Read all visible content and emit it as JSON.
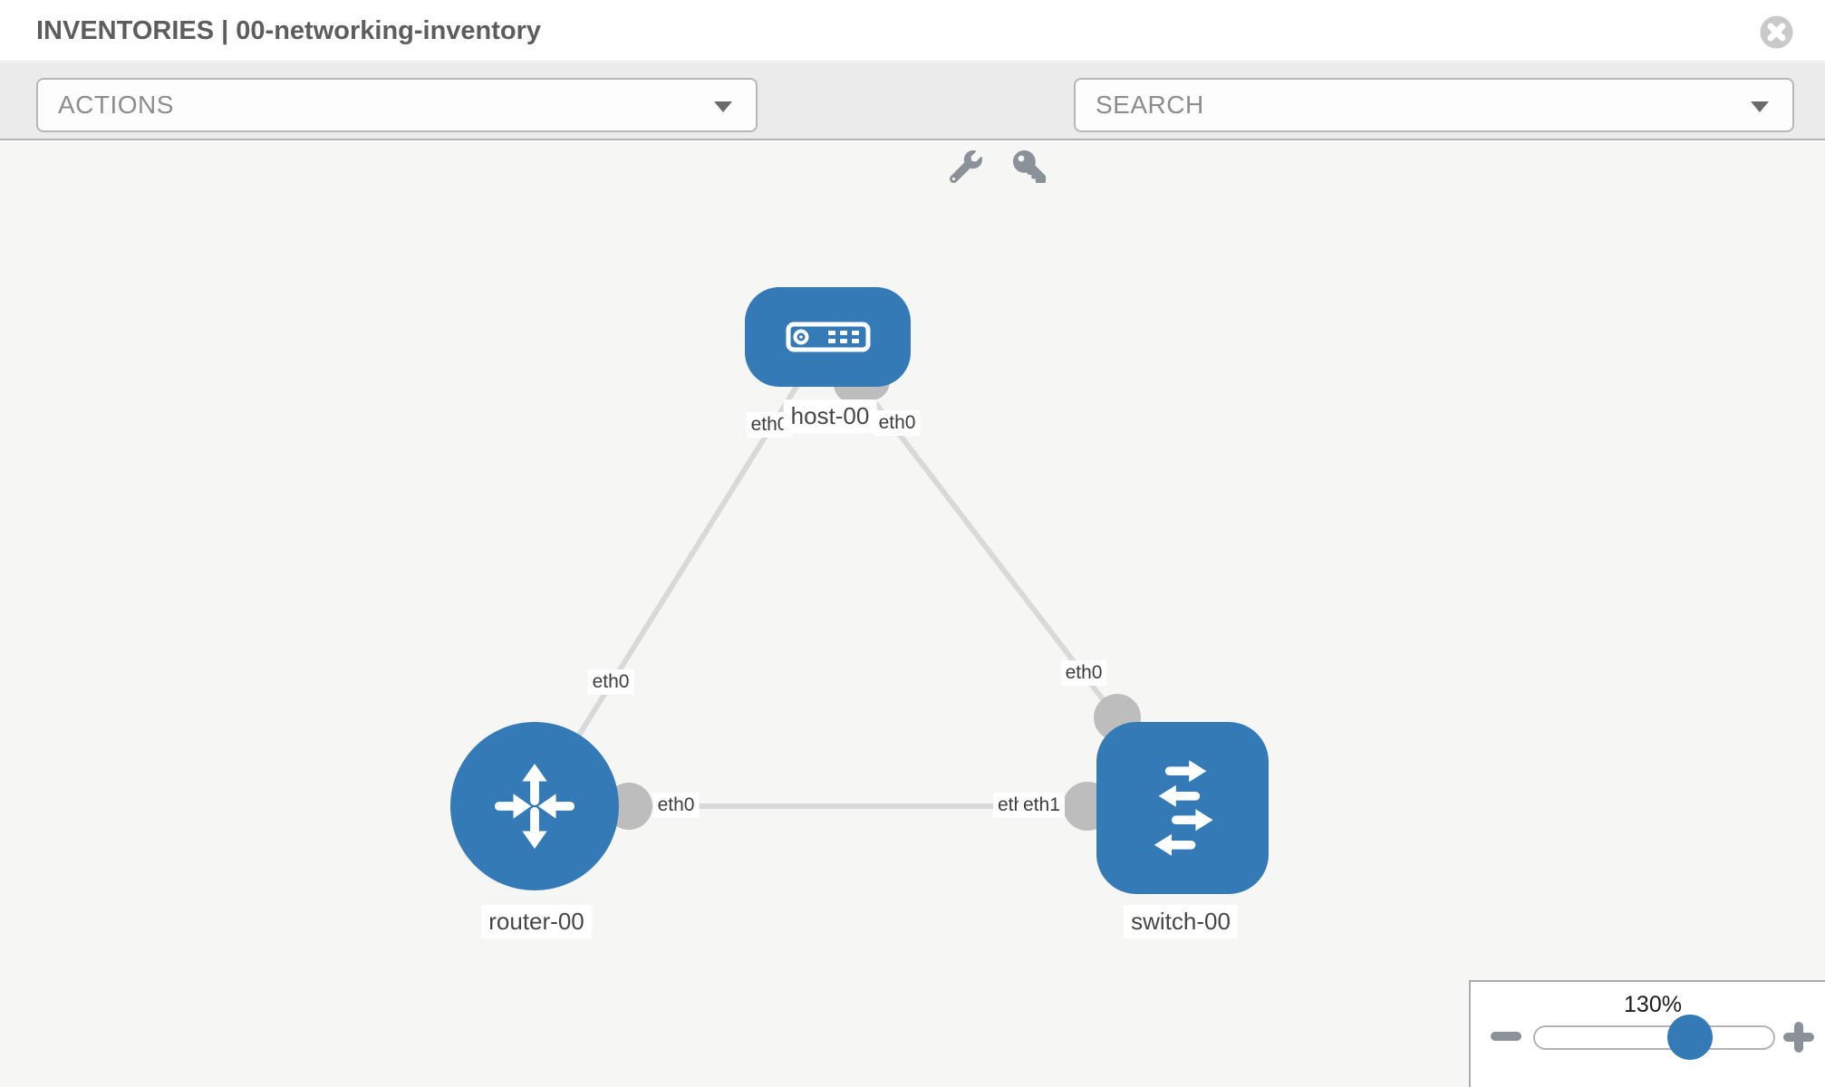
{
  "header": {
    "title": "INVENTORIES | 00-networking-inventory"
  },
  "toolbar": {
    "actions": {
      "label": "ACTIONS"
    },
    "search": {
      "label": "SEARCH"
    },
    "icons": [
      "wrench-icon",
      "key-icon"
    ]
  },
  "diagram": {
    "nodes": [
      {
        "label": "host-00",
        "type": "host",
        "shape": "rounded-rect",
        "icon": "server-icon"
      },
      {
        "label": "router-00",
        "type": "router",
        "shape": "circle",
        "icon": "router-arrows-icon"
      },
      {
        "label": "switch-00",
        "type": "switch",
        "shape": "rounded-square",
        "icon": "switch-arrows-icon"
      }
    ],
    "links": [
      {
        "from": "host-00",
        "to": "router-00",
        "from_if": "eth0",
        "to_if": "eth0"
      },
      {
        "from": "host-00",
        "to": "switch-00",
        "from_if": "eth0",
        "to_if": "eth0"
      },
      {
        "from": "router-00",
        "to": "switch-00",
        "from_if": "eth0",
        "to_if": "eth1"
      }
    ],
    "interface_labels": {
      "host_left": "eth0",
      "host_right": "eth0",
      "router_diagonal": "eth0",
      "router_horizontal": "eth0",
      "switch_top": "eth0",
      "switch_overlap_under": "eth0",
      "switch_overlap_over": "eth1"
    }
  },
  "zoom_control": {
    "level": "130%",
    "slider_percent": 65
  },
  "colors": {
    "node_blue": "#337ab7",
    "link_gray": "#d9d9d9",
    "interface_gray": "#bdbdbd",
    "canvas_bg": "#f6f6f5",
    "toolbar_bg": "#ebebeb"
  }
}
